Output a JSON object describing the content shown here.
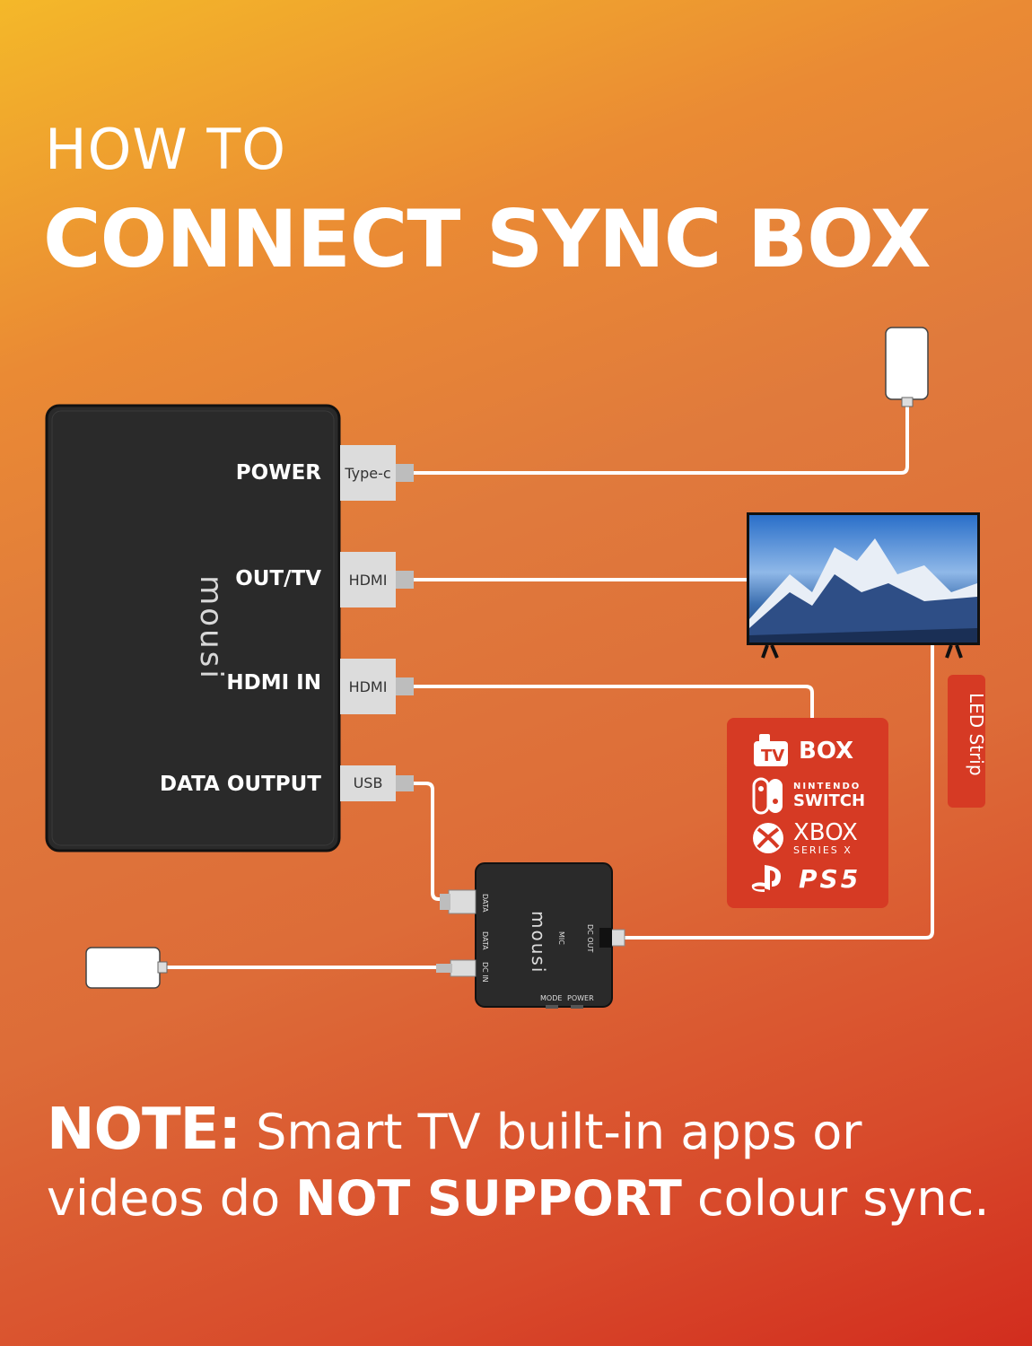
{
  "heading": {
    "small": "HOW TO",
    "big": "CONNECT SYNC BOX"
  },
  "sync_box": {
    "brand": "mousi",
    "ports": [
      {
        "name": "POWER",
        "connector": "Type-c"
      },
      {
        "name": "OUT/TV",
        "connector": "HDMI"
      },
      {
        "name": "HDMI IN",
        "connector": "HDMI"
      },
      {
        "name": "DATA OUTPUT",
        "connector": "USB"
      }
    ]
  },
  "controller": {
    "brand": "mousi",
    "labels": {
      "data1": "DATA",
      "data2": "DATA",
      "dc_in": "DC IN",
      "mic": "MIC",
      "dc_out": "DC OUT",
      "mode": "MODE",
      "power": "POWER"
    }
  },
  "led_strip_label": "LED Strip",
  "sources": [
    {
      "icon": "tv-box-icon",
      "line1": "BOX"
    },
    {
      "icon": "nintendo-switch-icon",
      "line1": "NINTENDO",
      "line2": "SWITCH"
    },
    {
      "icon": "xbox-icon",
      "line1": "XBOX",
      "line2": "SERIES X"
    },
    {
      "icon": "playstation-icon",
      "line1": "PS5"
    }
  ],
  "note": {
    "head": "NOTE:",
    "part1": " Smart TV built-in apps or videos do ",
    "emphasis": "NOT SUPPORT",
    "part2": " colour sync."
  },
  "colors": {
    "cable": "#ffffff",
    "device": "#2b2b2b",
    "panel": "#d63a24",
    "plug": "#dcdcdc"
  }
}
